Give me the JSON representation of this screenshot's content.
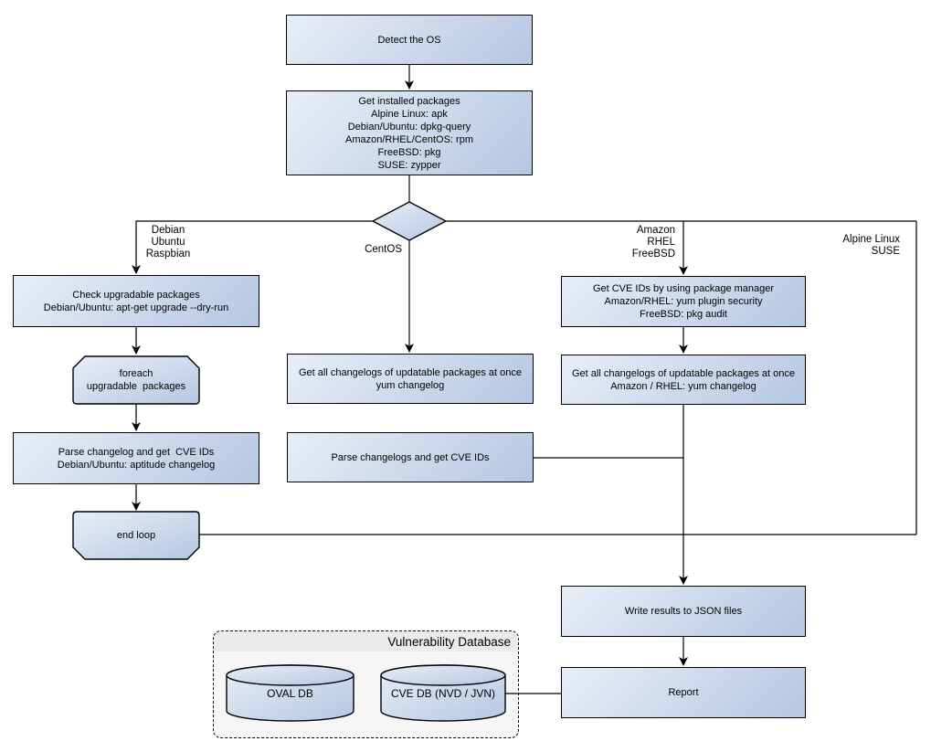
{
  "colors": {
    "background": "#ffffff",
    "line": "#000000",
    "node_border": "#000000",
    "node_gradient_start": "#e8eef8",
    "node_gradient_end": "#b5c7e2",
    "group_fill": "#f6f6f6",
    "group_header_fill": "#ebebeb",
    "text": "#000000"
  },
  "nodes": {
    "detect_os": "Detect the OS",
    "get_installed_packages": "Get installed packages\nAlpine Linux: apk\nDebian/Ubuntu: dpkg-query\nAmazon/RHEL/CentOS: rpm\nFreeBSD: pkg\nSUSE: zypper",
    "check_upgradable": "Check upgradable packages\nDebian/Ubuntu: apt-get upgrade --dry-run",
    "foreach_loop": "foreach\nupgradable  packages",
    "parse_changelog_left": "Parse changelog and get  CVE IDs\nDebian/Ubuntu: aptitude changelog",
    "end_loop": "end loop",
    "get_changelogs_centos": "Get all changelogs of updatable packages at once\nyum changelog",
    "parse_changelogs_centos": "Parse changelogs and get CVE IDs",
    "get_cve_ids_pkg_mgr": "Get CVE IDs by using package manager\nAmazon/RHEL: yum plugin security\nFreeBSD: pkg audit",
    "get_changelogs_amazon": "Get all changelogs of updatable packages at once\nAmazon / RHEL: yum changelog",
    "write_results": "Write results to JSON files",
    "report": "Report"
  },
  "edge_labels": {
    "debian_branch": "Debian\nUbuntu\nRaspbian",
    "centos_branch": "CentOS",
    "amazon_branch": "Amazon\nRHEL\nFreeBSD",
    "alpine_branch": "Alpine Linux\nSUSE"
  },
  "vulnerability_database": {
    "title": "Vulnerability Database",
    "oval_db": "OVAL DB",
    "cve_db": "CVE DB (NVD / JVN)"
  }
}
